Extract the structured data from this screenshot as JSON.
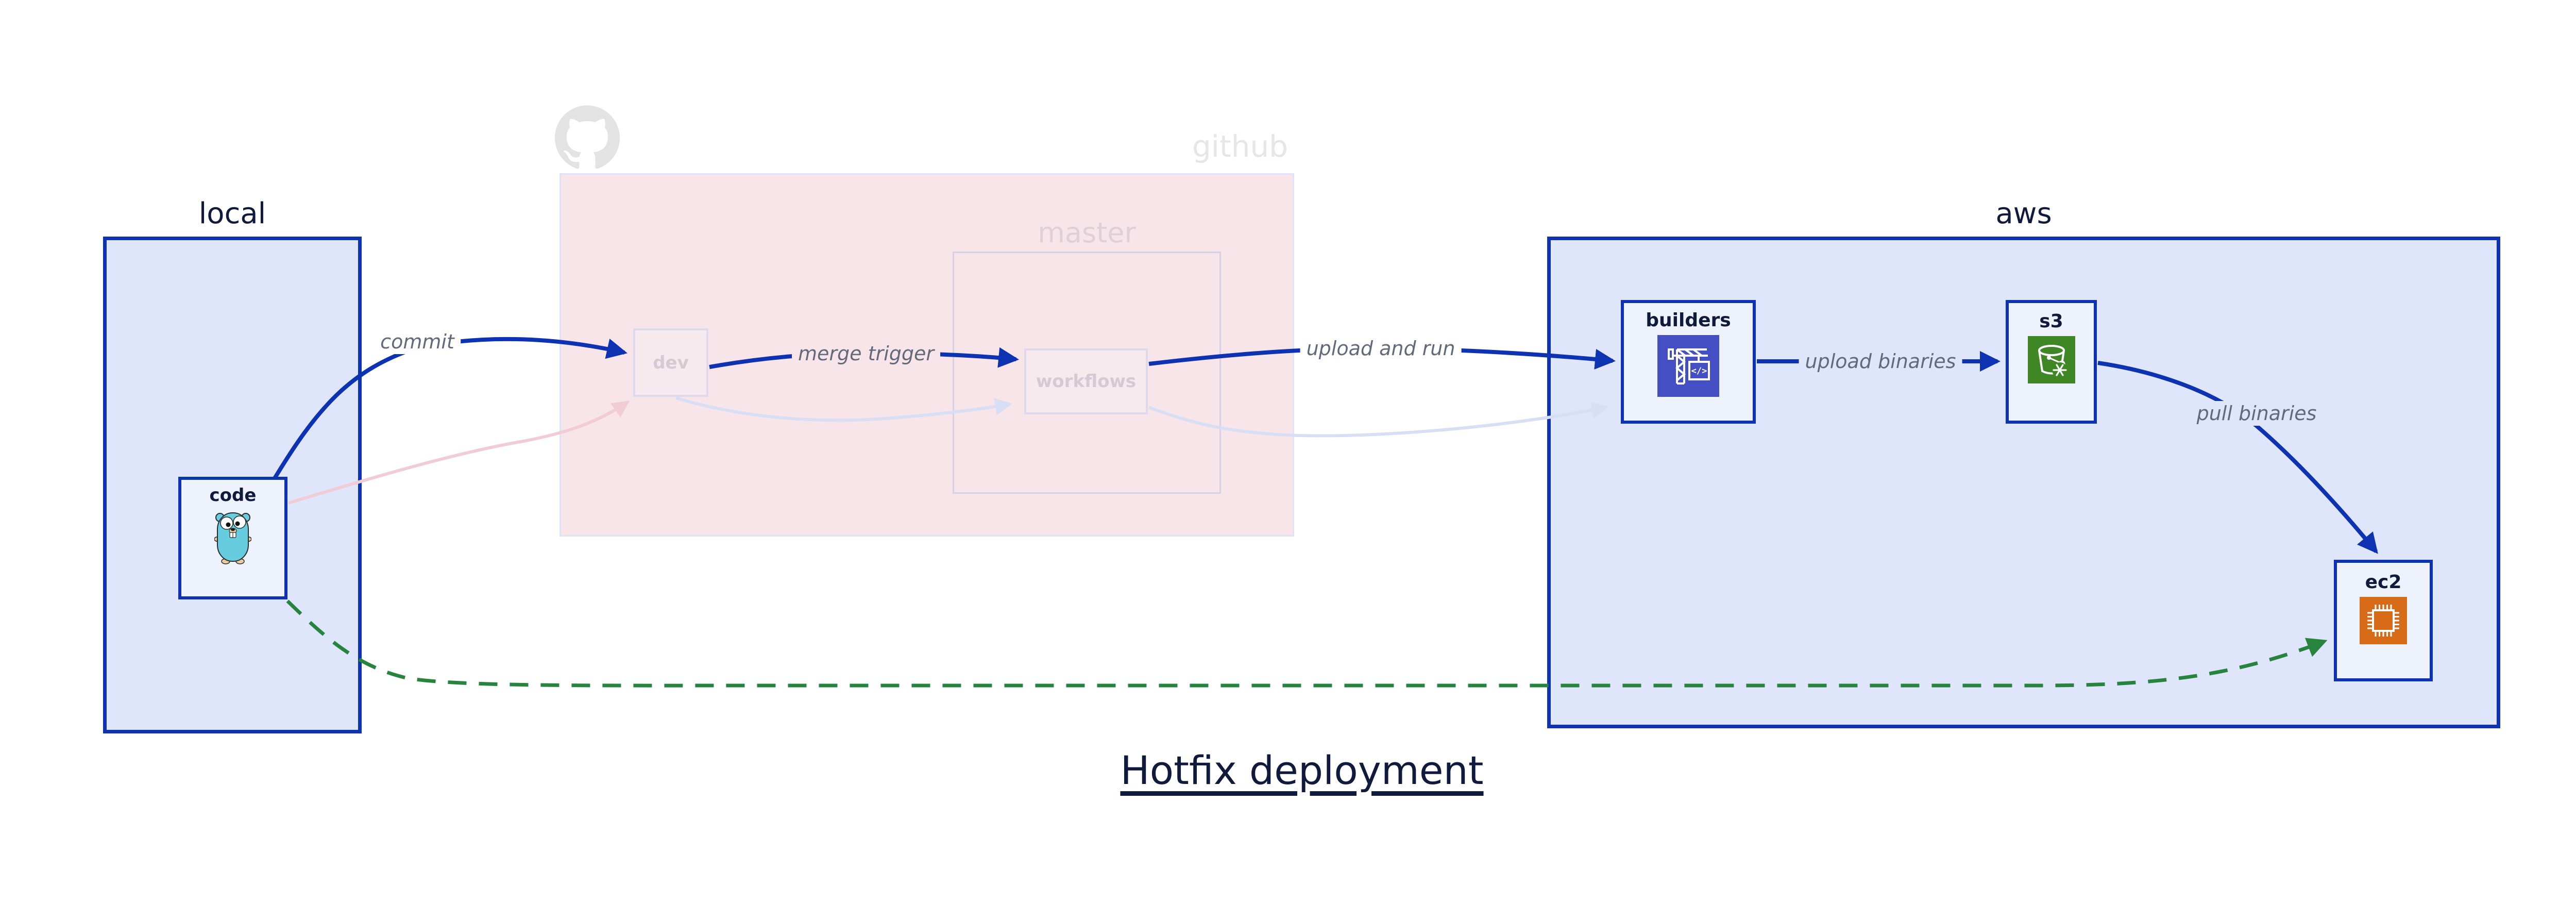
{
  "diagram": {
    "title": "Hotfix deployment"
  },
  "containers": {
    "local": {
      "label": "local"
    },
    "github": {
      "label": "github",
      "icon": "github-logo-icon"
    },
    "master": {
      "label": "master"
    },
    "aws": {
      "label": "aws"
    }
  },
  "nodes": {
    "code": {
      "label": "code",
      "icon": "go-gopher-icon"
    },
    "dev": {
      "label": "dev"
    },
    "workflows": {
      "label": "workflows"
    },
    "builders": {
      "label": "builders",
      "icon": "codebuild-crane-icon"
    },
    "s3": {
      "label": "s3",
      "icon": "s3-bucket-icon"
    },
    "ec2": {
      "label": "ec2",
      "icon": "ec2-chip-icon"
    }
  },
  "edges": {
    "commit": {
      "label": "commit",
      "from": "code",
      "to": "dev",
      "style": "solid-blue"
    },
    "merge_trigger": {
      "label": "merge trigger",
      "from": "dev",
      "to": "workflows",
      "style": "solid-blue"
    },
    "upload_and_run": {
      "label": "upload and run",
      "from": "workflows",
      "to": "builders",
      "style": "solid-blue"
    },
    "upload_binaries": {
      "label": "upload binaries",
      "from": "builders",
      "to": "s3",
      "style": "solid-blue"
    },
    "pull_binaries": {
      "label": "pull binaries",
      "from": "s3",
      "to": "ec2",
      "style": "solid-blue"
    },
    "hotfix_path": {
      "from": "code",
      "to": "ec2",
      "style": "dashed-green"
    },
    "ghost_code_to_dev": {
      "from": "code",
      "to": "dev",
      "style": "faded-pink"
    },
    "ghost_dev_to_workflows": {
      "from": "dev",
      "to": "workflows",
      "style": "faded-lavender"
    },
    "ghost_workflows_to_builders": {
      "from": "workflows",
      "to": "builders",
      "style": "faded-lavender"
    }
  },
  "colors": {
    "edge_blue": "#0d32b2",
    "container_fill": "#dfe5fa",
    "node_fill": "#eef2fc",
    "github_fill": "#f8e5ea",
    "github_border": "#dfe3f5",
    "master_border": "#d5d2e8",
    "ghost_node_border": "#ded9ec",
    "ghost_node_fill": "#f6eaef",
    "ghost_text": "#d6c9d4",
    "ghost_edge_pink": "#f2ccd4",
    "ghost_edge_lavender": "#d8def4",
    "hotfix_green": "#27843d",
    "edge_label_gray": "#62697a",
    "text_navy": "#101a3c",
    "github_gray": "#e3e3e3",
    "builders_icon_bg": "#444fc4",
    "s3_icon_bg": "#3f8624",
    "ec2_icon_bg": "#d86b17"
  }
}
